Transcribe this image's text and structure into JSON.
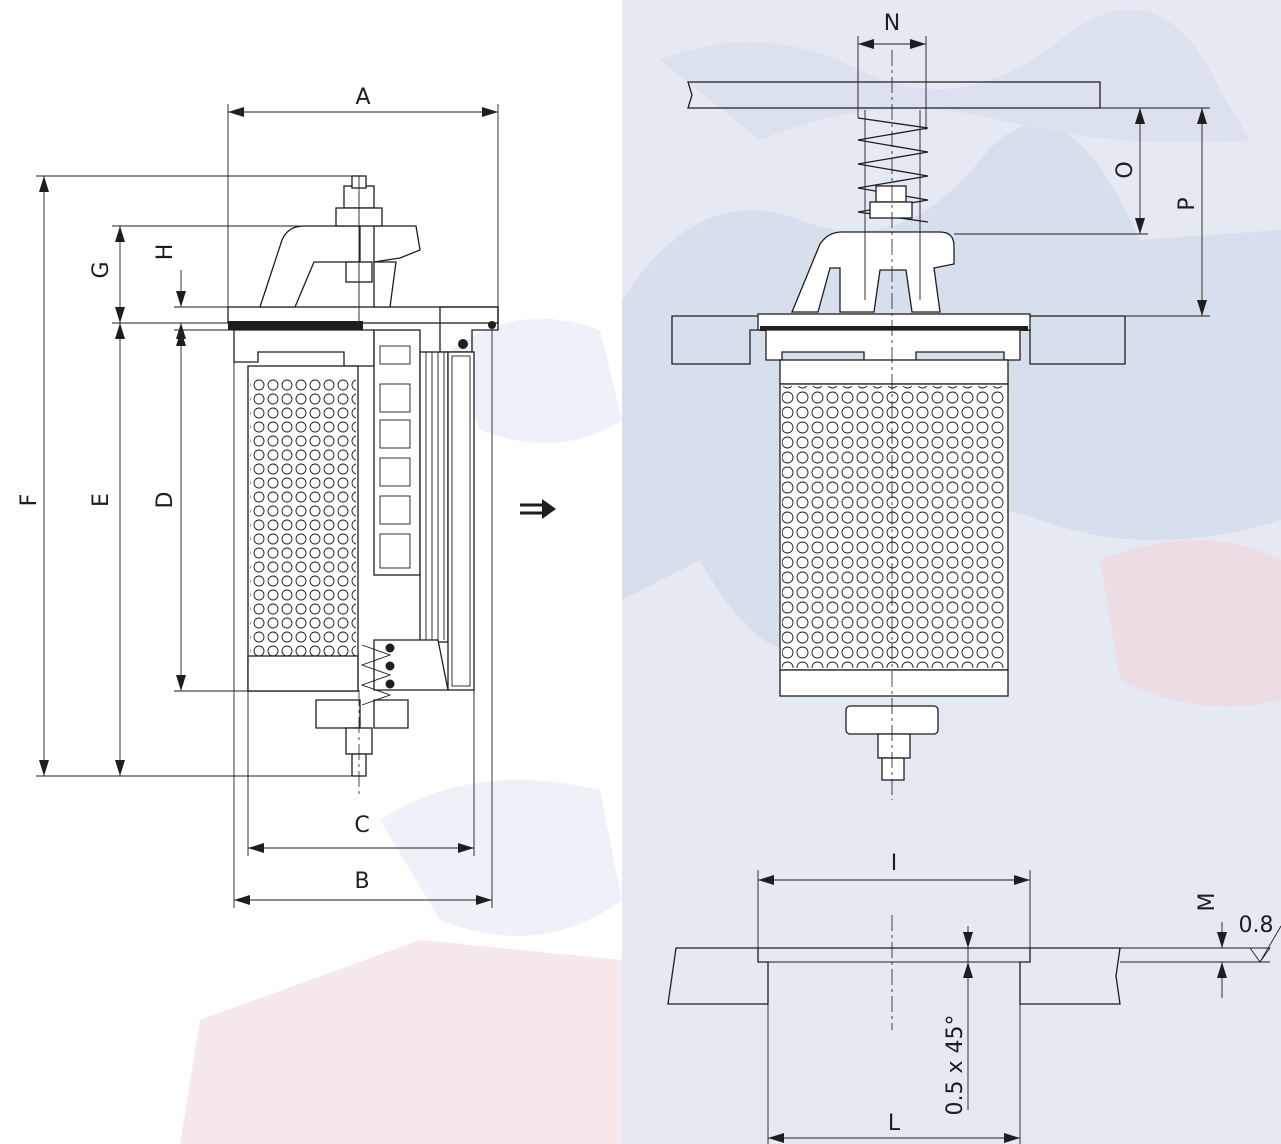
{
  "colors": {
    "line": "#1e1e1e",
    "panel_bg": "#e4e9f2",
    "map_tint": "#d7dfec",
    "accent_red": "#f1dfe4"
  },
  "icons": {
    "transition": "right-double-arrow-icon"
  },
  "dimensions": {
    "A": "A",
    "B": "B",
    "C": "C",
    "D": "D",
    "E": "E",
    "F": "F",
    "G": "G",
    "H": "H",
    "I": "I",
    "L": "L",
    "M": "M",
    "N": "N",
    "O": "O",
    "P": "P"
  },
  "annotations": {
    "chamfer": "0.5 x 45°",
    "roughness": "0.8"
  }
}
